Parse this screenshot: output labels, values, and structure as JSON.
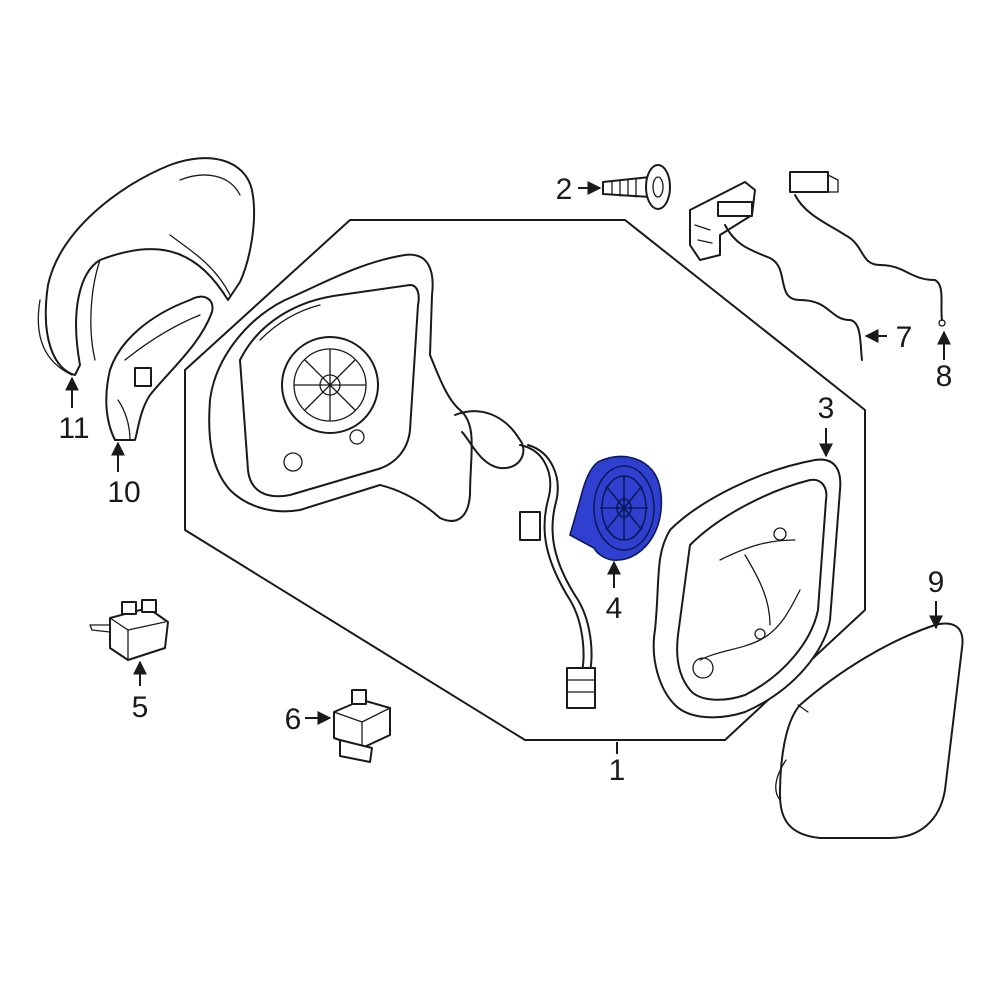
{
  "colors": {
    "line": "#1a1a1a",
    "highlight_part": "#2f3fcf",
    "background": "#ffffff"
  },
  "callouts": {
    "c1": "1",
    "c2": "2",
    "c3": "3",
    "c4": "4",
    "c5": "5",
    "c6": "6",
    "c7": "7",
    "c8": "8",
    "c9": "9",
    "c10": "10",
    "c11": "11"
  },
  "highlighted_callout": "4"
}
